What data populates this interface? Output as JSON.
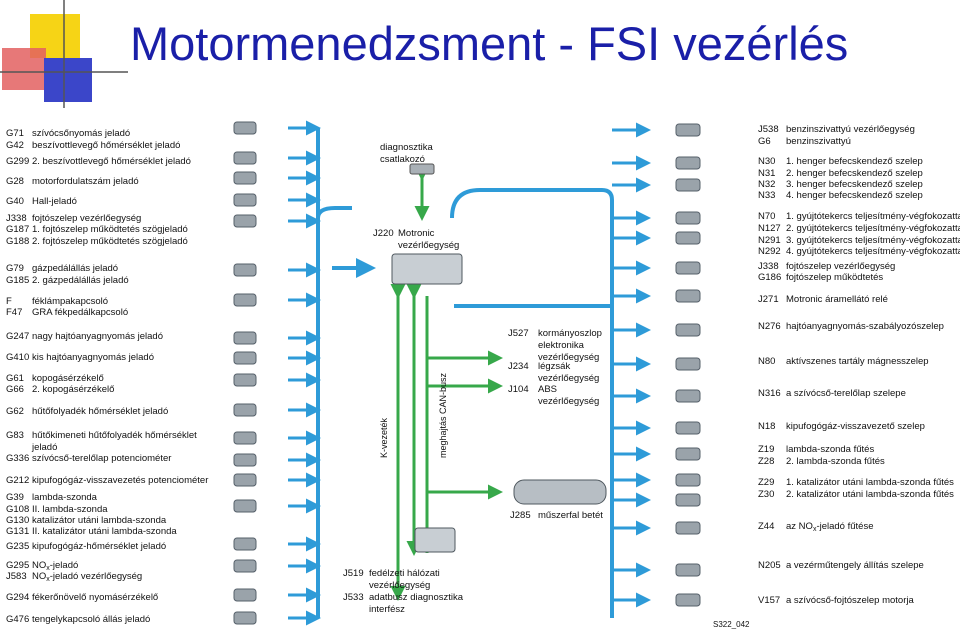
{
  "title": "Motormenedzsment - FSI vezérlés",
  "figure_code": "S322_042",
  "colors": {
    "title": "#1a1fa8",
    "sensor_wire": "#2e9bd8",
    "bus_wire": "#37a84a",
    "actuator_wire": "#2e9bd8",
    "accent_red": "#e04040",
    "accent_yellow": "#f6d416",
    "accent_blue": "#3344cc"
  },
  "center": {
    "diagnostics": "diagnosztika\ncsatlakozó",
    "ecu_code": "J220",
    "ecu_desc": "Motronic\nvezérlőegység",
    "k_line": "K-vezeték",
    "can_bus": "meghajtás CAN-busz",
    "bus_units": [
      {
        "code": "J527",
        "desc": "kormányoszlop\nelektronika\nvezérlőegység"
      },
      {
        "code": "J234",
        "desc": "légzsák\nvezérlőegység"
      },
      {
        "code": "J104",
        "desc": "ABS\nvezérlőegység"
      }
    ],
    "dash_code": "J285",
    "dash_desc": "műszerfal betét",
    "gateway_code": "J519",
    "gateway_desc": "fedélzeti hálózati\nvezérlőegység",
    "diag_iface_code": "J533",
    "diag_iface_desc": "adatbusz diagnosztika\ninterfész"
  },
  "sensors": [
    {
      "code": "G71",
      "desc": "szívócsőnyomás jeladó"
    },
    {
      "code": "G42",
      "desc": "beszívottlevegő hőmérséklet jeladó"
    },
    {
      "code": "G299",
      "desc": "2. beszívottlevegő hőmérséklet jeladó"
    },
    {
      "code": "G28",
      "desc": "motorfordulatszám jeladó"
    },
    {
      "code": "G40",
      "desc": "Hall-jeladó"
    },
    {
      "code": "J338",
      "desc": "fojtószelep vezérlőegység"
    },
    {
      "code": "G187",
      "desc": "1. fojtószelep működtetés szögjeladó"
    },
    {
      "code": "G188",
      "desc": "2. fojtószelep működtetés szögjeladó"
    },
    {
      "code": "G79",
      "desc": "gázpedálállás jeladó"
    },
    {
      "code": "G185",
      "desc": "2. gázpedálállás jeladó"
    },
    {
      "code": "F",
      "desc": "féklámpakapcsoló"
    },
    {
      "code": "F47",
      "desc": "GRA fékpedálkapcsoló"
    },
    {
      "code": "G247",
      "desc": "nagy hajtóanyagnyomás jeladó"
    },
    {
      "code": "G410",
      "desc": "kis hajtóanyagnyomás jeladó"
    },
    {
      "code": "G61",
      "desc": "kopogásérzékelő"
    },
    {
      "code": "G66",
      "desc": "2. kopogásérzékelő"
    },
    {
      "code": "G62",
      "desc": "hűtőfolyadék hőmérséklet jeladó"
    },
    {
      "code": "G83",
      "desc": "hűtőkimeneti hűtőfolyadék hőmérséklet\njeladó"
    },
    {
      "code": "G336",
      "desc": "szívócső-terelőlap potenciométer"
    },
    {
      "code": "G212",
      "desc": "kipufogógáz-visszavezetés potenciométer"
    },
    {
      "code": "G39",
      "desc": "lambda-szonda"
    },
    {
      "code": "G108",
      "desc": "II. lambda-szonda"
    },
    {
      "code": "G130",
      "desc": "katalizátor utáni lambda-szonda"
    },
    {
      "code": "G131",
      "desc": "II. katalizátor utáni lambda-szonda"
    },
    {
      "code": "G235",
      "desc": "kipufogógáz-hőmérséklet jeladó"
    },
    {
      "code": "G295",
      "desc": "NO",
      "sub": "x",
      "desc_after": "-jeladó"
    },
    {
      "code": "J583",
      "desc": "NO",
      "sub": "x",
      "desc_after": "-jeladó vezérlőegység"
    },
    {
      "code": "G294",
      "desc": "fékerőnövelő nyomásérzékelő"
    },
    {
      "code": "G476",
      "desc": "tengelykapcsoló állás jeladó"
    }
  ],
  "actuators": [
    {
      "code": "J538",
      "desc": "benzinszivattyú vezérlőegység"
    },
    {
      "code": "G6",
      "desc": "benzinszivattyú"
    },
    {
      "code": "N30",
      "desc": "1. henger befecskendező szelep"
    },
    {
      "code": "N31",
      "desc": "2. henger befecskendező szelep"
    },
    {
      "code": "N32",
      "desc": "3. henger befecskendező szelep"
    },
    {
      "code": "N33",
      "desc": "4. henger befecskendező szelep"
    },
    {
      "code": "N70",
      "desc": "1. gyújtótekercs teljesítmény-végfokozatta"
    },
    {
      "code": "N127",
      "desc": "2. gyújtótekercs teljesítmény-végfokozatta"
    },
    {
      "code": "N291",
      "desc": "3. gyújtótekercs teljesítmény-végfokozatta"
    },
    {
      "code": "N292",
      "desc": "4. gyújtótekercs teljesítmény-végfokozatta"
    },
    {
      "code": "J338",
      "desc": "fojtószelep vezérlőegység"
    },
    {
      "code": "G186",
      "desc": "fojtószelep működtetés"
    },
    {
      "code": "J271",
      "desc": "Motronic áramellátó relé"
    },
    {
      "code": "N276",
      "desc": "hajtóanyagnyomás-szabályozószelep"
    },
    {
      "code": "N80",
      "desc": "aktívszenes tartály mágnesszelep"
    },
    {
      "code": "N316",
      "desc": "a szívócső-terelőlap szelepe"
    },
    {
      "code": "N18",
      "desc": "kipufogógáz-visszavezető szelep"
    },
    {
      "code": "Z19",
      "desc": "lambda-szonda fűtés"
    },
    {
      "code": "Z28",
      "desc": "2. lambda-szonda fűtés"
    },
    {
      "code": "Z29",
      "desc": "1. katalizátor utáni lambda-szonda fűtés"
    },
    {
      "code": "Z30",
      "desc": "2. katalizátor utáni lambda-szonda fűtés"
    },
    {
      "code": "Z44",
      "desc": "az NO",
      "sub": "x",
      "desc_after": "-jeladó fűtése"
    },
    {
      "code": "N205",
      "desc": "a vezérműtengely állítás szelepe"
    },
    {
      "code": "V157",
      "desc": "a szívócső-fojtószelep motorja"
    }
  ]
}
